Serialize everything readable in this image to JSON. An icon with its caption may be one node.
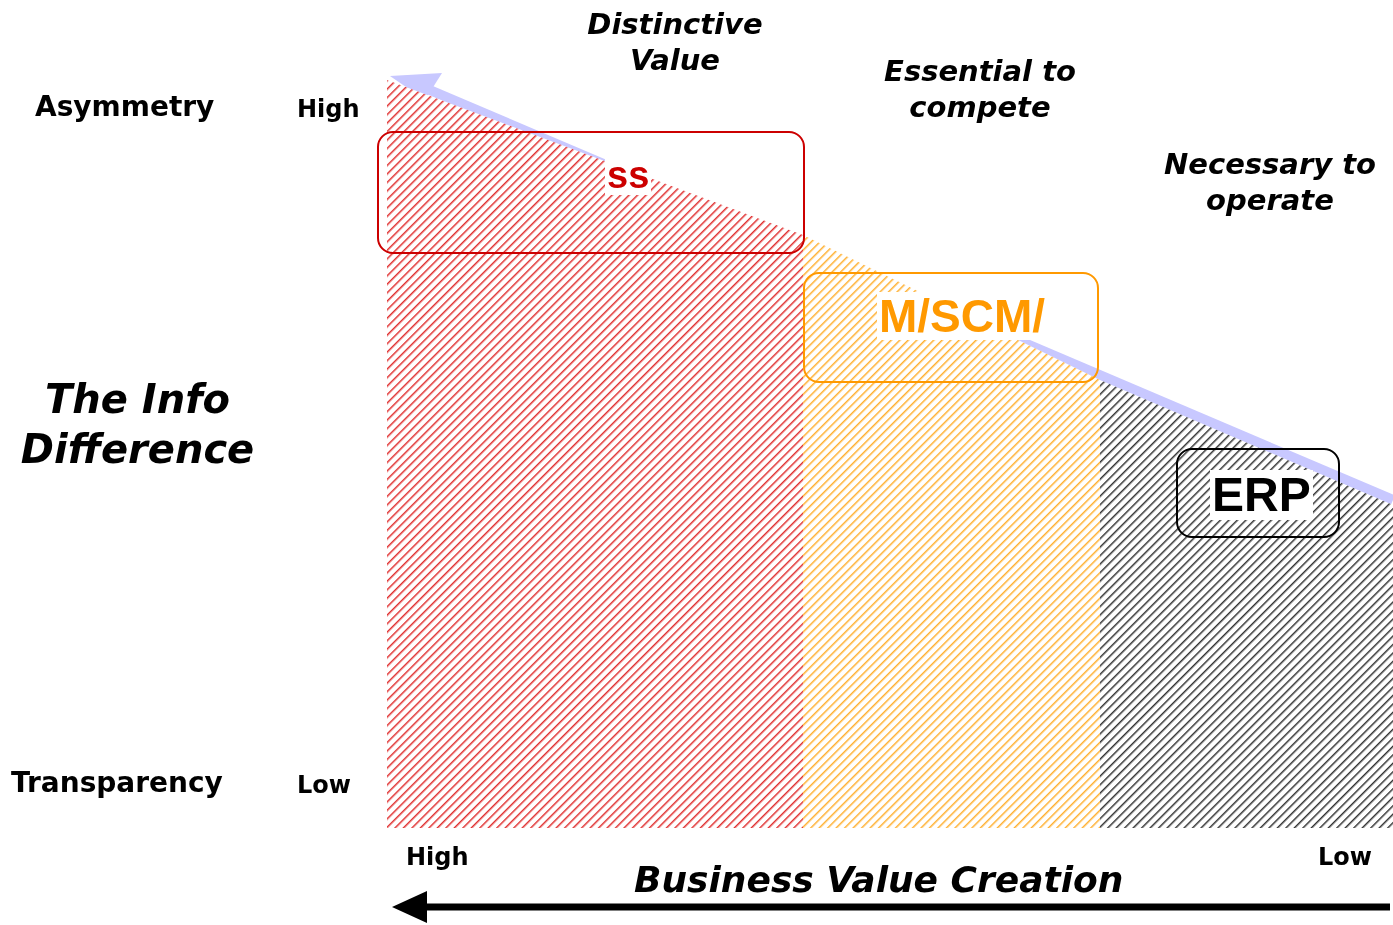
{
  "diagram": {
    "nodes": [
      {
        "text": [
          "ss"
        ]
      },
      {
        "text": [
          "M/SCM/"
        ]
      },
      {
        "text": [
          "ERP"
        ]
      }
    ],
    "labels": [
      "Distinctive Value",
      "Asymmetry",
      "High",
      "Essential to compete",
      "Necessary to operate",
      "The Info Difference",
      "Transparency",
      "Low",
      "High",
      "Low",
      "Business Value Creation"
    ]
  }
}
